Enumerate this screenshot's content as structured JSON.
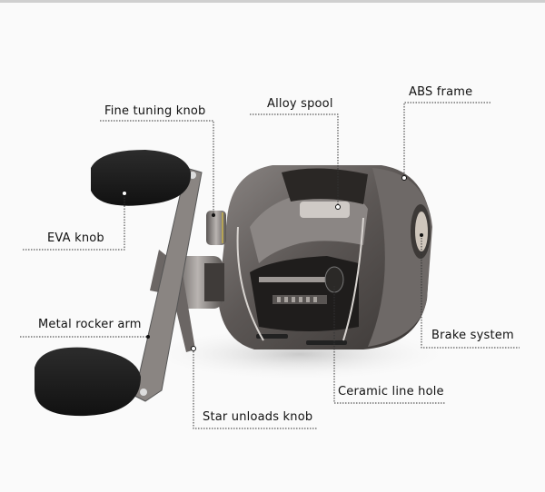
{
  "product": {
    "name": "baitcasting-fishing-reel",
    "body_color": "#5f5a58",
    "knob_color": "#1b1b1b",
    "background_color": "#fafafa"
  },
  "callouts": [
    {
      "id": "fine-tuning-knob",
      "label": "Fine tuning knob"
    },
    {
      "id": "alloy-spool",
      "label": "Alloy spool"
    },
    {
      "id": "abs-frame",
      "label": "ABS frame"
    },
    {
      "id": "eva-knob",
      "label": "EVA knob"
    },
    {
      "id": "metal-rocker-arm",
      "label": "Metal rocker arm"
    },
    {
      "id": "brake-system",
      "label": "Brake system"
    },
    {
      "id": "ceramic-line-hole",
      "label": "Ceramic line hole"
    },
    {
      "id": "star-unloads-knob",
      "label": "Star unloads knob"
    }
  ]
}
